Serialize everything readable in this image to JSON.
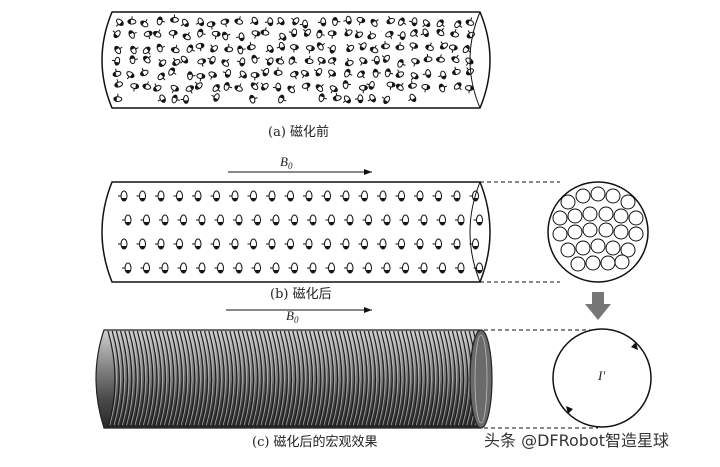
{
  "diagram": {
    "caption_a": "(a) 磁化前",
    "caption_b": "(b) 磁化后",
    "caption_c": "(c) 磁化后的宏观效果",
    "field_label_b": "B",
    "field_label_b_sub": "0",
    "field_label_c": "B",
    "field_label_c_sub": "0",
    "current_label": "I′"
  },
  "watermark": {
    "text": "头条 @DFRobot智造星球"
  }
}
